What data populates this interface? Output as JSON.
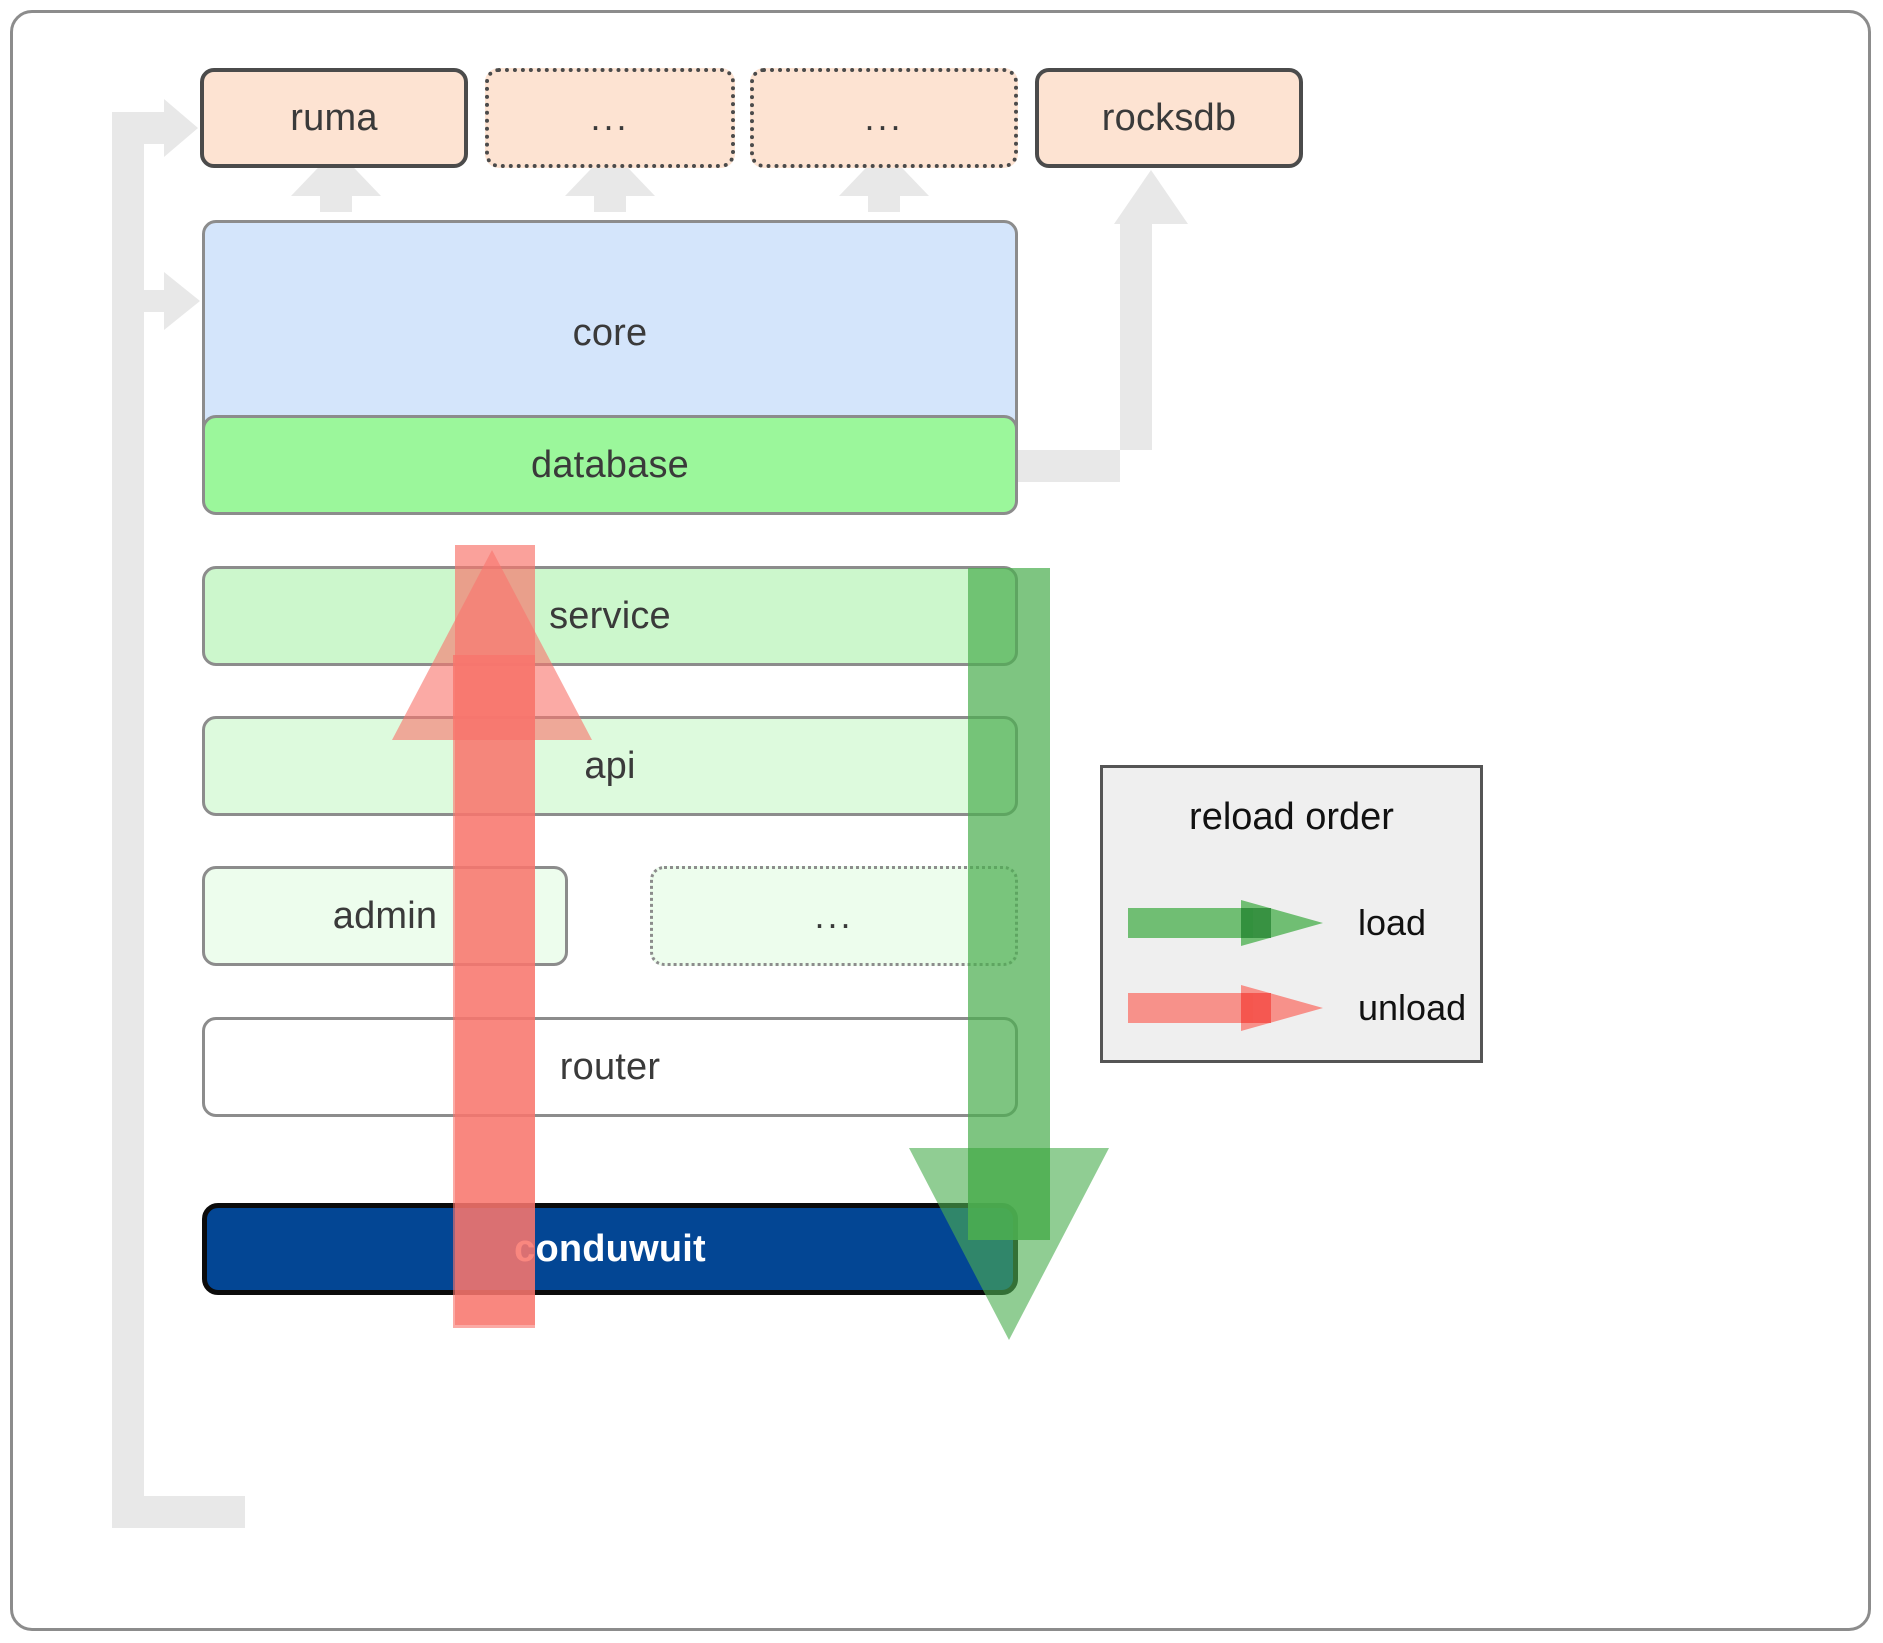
{
  "diagram": {
    "title": "conduwuit crate / reload order architecture",
    "colors": {
      "peach": "#fde3d2",
      "blue": "#d4e5fb",
      "green_database": "#9bf79b",
      "green_service": "#ccf7cc",
      "green_api": "#ddfadd",
      "green_admin": "#edfded",
      "white_router": "#ffffff",
      "navy_conduwuit": "#034694",
      "connector_gray": "#e8e8e8",
      "load_green": "#4caf50",
      "unload_red": "#f8766d",
      "border_gray": "#8c8c8c",
      "border_dark": "#4b4b4b",
      "legend_bg": "#efefef"
    },
    "top_row": [
      {
        "id": "ruma",
        "label": "ruma",
        "border": "solid"
      },
      {
        "id": "dots-1",
        "label": "...",
        "border": "dotted"
      },
      {
        "id": "dots-2",
        "label": "...",
        "border": "dotted"
      },
      {
        "id": "rocksdb",
        "label": "rocksdb",
        "border": "solid"
      }
    ],
    "stack": [
      {
        "id": "core",
        "label": "core",
        "border": "solid"
      },
      {
        "id": "database",
        "label": "database",
        "border": "solid"
      },
      {
        "id": "service",
        "label": "service",
        "border": "solid"
      },
      {
        "id": "api",
        "label": "api",
        "border": "solid"
      },
      {
        "id": "admin",
        "label": "admin",
        "border": "solid"
      },
      {
        "id": "extra",
        "label": "...",
        "border": "dotted"
      },
      {
        "id": "router",
        "label": "router",
        "border": "solid"
      }
    ],
    "binary": {
      "id": "conduwuit",
      "label": "conduwuit"
    },
    "legend": {
      "title": "reload order",
      "entries": [
        {
          "id": "load",
          "label": "load",
          "color": "#4caf50",
          "direction": "right"
        },
        {
          "id": "unload",
          "label": "unload",
          "color": "#f8766d",
          "direction": "right"
        }
      ]
    },
    "flow_arrows": [
      {
        "id": "unload-arrow",
        "label": "unload",
        "direction": "up",
        "color": "#f8766d",
        "from": "router",
        "to": "database"
      },
      {
        "id": "load-arrow",
        "label": "load",
        "direction": "down",
        "color": "#4caf50",
        "from": "database",
        "to": "router"
      }
    ],
    "connectors": [
      {
        "id": "conduwuit-to-ruma",
        "from": "conduwuit",
        "to": "ruma"
      },
      {
        "id": "conduwuit-to-core",
        "from": "conduwuit",
        "to": "core"
      },
      {
        "id": "core-to-ruma",
        "from": "core",
        "to": "ruma"
      },
      {
        "id": "core-to-dots-1",
        "from": "core",
        "to": "dots-1"
      },
      {
        "id": "core-to-dots-2",
        "from": "core",
        "to": "dots-2"
      },
      {
        "id": "database-to-rocksdb",
        "from": "database",
        "to": "rocksdb"
      }
    ]
  }
}
